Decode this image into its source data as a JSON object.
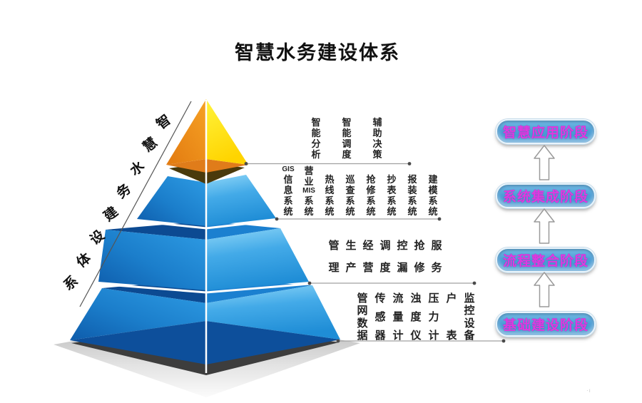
{
  "title": "智慧水务建设体系",
  "side_label": "智慧水务建设体系",
  "pyramid": {
    "tiers": [
      {
        "columns": [
          "智能分析",
          "智能调度",
          "辅助决策"
        ]
      },
      {
        "columns": [
          "GIS信息系统",
          "营业MIS系统",
          "热线系统",
          "巡查系统",
          "抢修系统",
          "抄表系统",
          "报装系统",
          "建模系统"
        ]
      },
      {
        "columns": [
          "管理",
          "生产",
          "经营",
          "调度",
          "控漏",
          "抢修",
          "服务"
        ]
      },
      {
        "columns": [
          "管网数据",
          "传感器",
          "流量计",
          "浊度仪",
          "压力计",
          "户表",
          "监控设备"
        ]
      }
    ]
  },
  "stages": [
    "智慧应用阶段",
    "系统集成阶段",
    "流程整合阶段",
    "基础建设阶段"
  ],
  "corner_mark": "·ı",
  "palette": {
    "tip_left": "#ef8d1a",
    "tip_right": "#ffdf00",
    "tip_base": "#e07c1a",
    "shadow_band": "#4a3a0c",
    "face_left_light": "#2e9ce4",
    "face_left_dark": "#0e5cab",
    "face_right_light": "#8fd7f8",
    "face_right_dark": "#1f8dd6",
    "top_face_dark": "#0c4a92",
    "top_face_mid": "#1b80d0",
    "base_navy": "#0d4f9b",
    "base_gray": "#3d3d3d",
    "badge_fill": "#4d9fd6",
    "badge_text": "#e038e0",
    "connector": "#a0a0a0",
    "text": "#1f1f1f"
  }
}
